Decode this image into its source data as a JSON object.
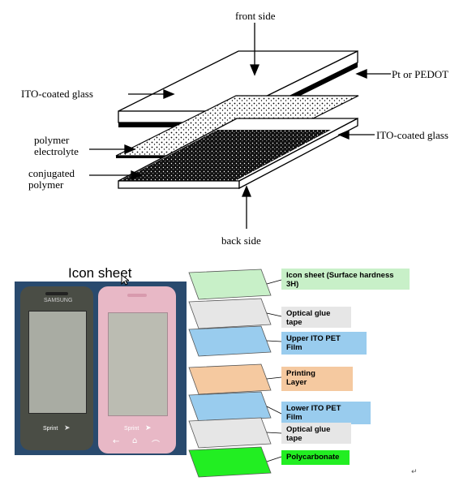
{
  "top_diagram": {
    "front_side": "front side",
    "pt_or_pedot": "Pt or PEDOT",
    "ito_top": "ITO-coated glass",
    "ito_bottom": "ITO-coated glass",
    "polymer_electrolyte_1": "polymer",
    "polymer_electrolyte_2": "electrolyte",
    "conjugated_polymer_1": "conjugated",
    "conjugated_polymer_2": "polymer",
    "back_side": "back side"
  },
  "photo": {
    "caption": "Icon sheet",
    "black_phone_brand": "SAMSUNG",
    "black_phone_carrier": "Sprint",
    "pink_phone_carrier": "Sprint"
  },
  "layers": [
    {
      "line1": "Icon sheet (Surface hardness",
      "line2": "3H)",
      "color": "#c8f0c8"
    },
    {
      "line1": "Optical glue",
      "line2": "tape",
      "color": "#e6e6e6"
    },
    {
      "line1": "Upper ITO PET",
      "line2": "Film",
      "color": "#99ccee"
    },
    {
      "line1": "Printing",
      "line2": "Layer",
      "color": "#f5c9a0"
    },
    {
      "line1": "Lower ITO PET",
      "line2": "Film",
      "color": "#99ccee"
    },
    {
      "line1": "Optical glue",
      "line2": "tape",
      "color": "#e6e6e6"
    },
    {
      "line1": "Polycarbonate",
      "line2": "",
      "color": "#22ee22"
    }
  ]
}
